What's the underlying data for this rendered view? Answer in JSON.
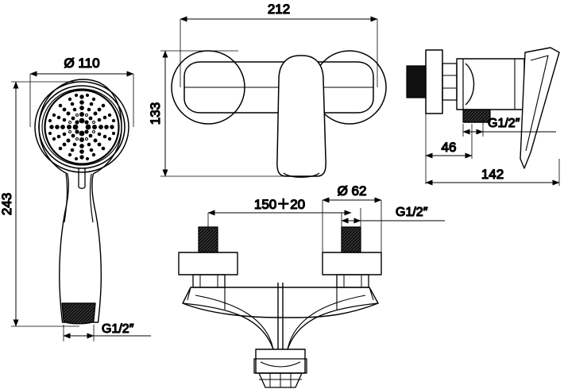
{
  "drawing": {
    "title": "Shower mixer tap technical drawing",
    "line_color": "#000000",
    "background": "#ffffff",
    "views": [
      {
        "name": "handset-front-view",
        "label": ""
      },
      {
        "name": "mixer-front-view",
        "label": ""
      },
      {
        "name": "mixer-side-view",
        "label": ""
      },
      {
        "name": "mixer-bottom-view",
        "label": ""
      }
    ]
  },
  "dimensions": {
    "handset_diameter": "Ø 110",
    "handset_length": "243",
    "handset_thread": "G1/2″",
    "mixer_width": "212",
    "mixer_height": "133",
    "side_projection_small": "46",
    "side_projection_total": "142",
    "side_thread": "G1/2″",
    "inlet_centres": "150＋20",
    "escutcheon_diameter": "Ø 62",
    "bottom_thread": "G1/2″"
  }
}
